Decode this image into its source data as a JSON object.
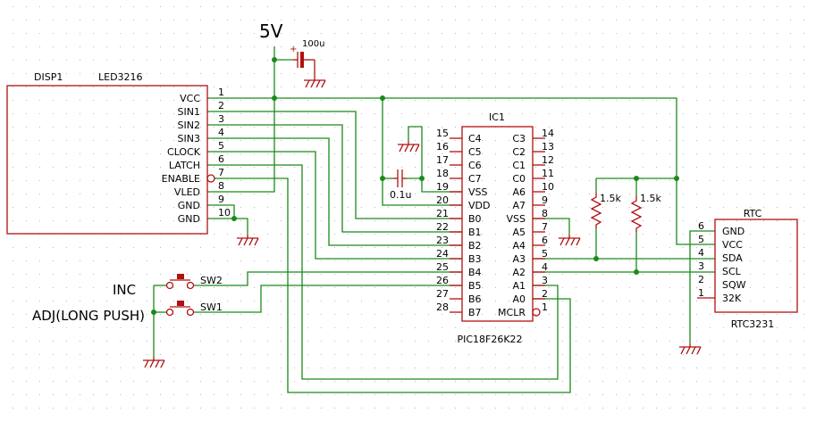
{
  "power": {
    "label": "5V"
  },
  "capacitors": {
    "c_bulk": "100u",
    "c_bypass": "0.1u"
  },
  "resistors": {
    "r1": "1.5k",
    "r2": "1.5k"
  },
  "display": {
    "ref": "DISP1",
    "part": "LED3216",
    "pins": [
      {
        "name": "VCC",
        "num": "1"
      },
      {
        "name": "SIN1",
        "num": "2"
      },
      {
        "name": "SIN2",
        "num": "3"
      },
      {
        "name": "SIN3",
        "num": "4"
      },
      {
        "name": "CLOCK",
        "num": "5"
      },
      {
        "name": "LATCH",
        "num": "6"
      },
      {
        "name": "ENABLE",
        "num": "7"
      },
      {
        "name": "VLED",
        "num": "8"
      },
      {
        "name": "GND",
        "num": "9"
      },
      {
        "name": "GND",
        "num": "10"
      }
    ]
  },
  "mcu": {
    "ref": "IC1",
    "part": "PIC18F26K22",
    "left_pins": [
      {
        "num": "15",
        "name": "C4"
      },
      {
        "num": "16",
        "name": "C5"
      },
      {
        "num": "17",
        "name": "C6"
      },
      {
        "num": "18",
        "name": "C7"
      },
      {
        "num": "19",
        "name": "VSS"
      },
      {
        "num": "20",
        "name": "VDD"
      },
      {
        "num": "21",
        "name": "B0"
      },
      {
        "num": "22",
        "name": "B1"
      },
      {
        "num": "23",
        "name": "B2"
      },
      {
        "num": "24",
        "name": "B3"
      },
      {
        "num": "25",
        "name": "B4"
      },
      {
        "num": "26",
        "name": "B5"
      },
      {
        "num": "27",
        "name": "B6"
      },
      {
        "num": "28",
        "name": "B7"
      }
    ],
    "right_pins": [
      {
        "num": "14",
        "name": "C3"
      },
      {
        "num": "13",
        "name": "C2"
      },
      {
        "num": "12",
        "name": "C1"
      },
      {
        "num": "11",
        "name": "C0"
      },
      {
        "num": "10",
        "name": "A6"
      },
      {
        "num": "9",
        "name": "A7"
      },
      {
        "num": "8",
        "name": "VSS"
      },
      {
        "num": "7",
        "name": "A5"
      },
      {
        "num": "6",
        "name": "A4"
      },
      {
        "num": "5",
        "name": "A3"
      },
      {
        "num": "4",
        "name": "A2"
      },
      {
        "num": "3",
        "name": "A1"
      },
      {
        "num": "2",
        "name": "A0"
      },
      {
        "num": "1",
        "name": "MCLR"
      }
    ]
  },
  "rtc": {
    "ref": "RTC",
    "part": "RTC3231",
    "pins": [
      {
        "num": "6",
        "name": "GND"
      },
      {
        "num": "5",
        "name": "VCC"
      },
      {
        "num": "4",
        "name": "SDA"
      },
      {
        "num": "3",
        "name": "SCL"
      },
      {
        "num": "2",
        "name": "SQW"
      },
      {
        "num": "1",
        "name": "32K"
      }
    ]
  },
  "switches": {
    "sw2": {
      "ref": "SW2",
      "label": "INC"
    },
    "sw1": {
      "ref": "SW1",
      "label": "ADJ(LONG PUSH)"
    }
  }
}
